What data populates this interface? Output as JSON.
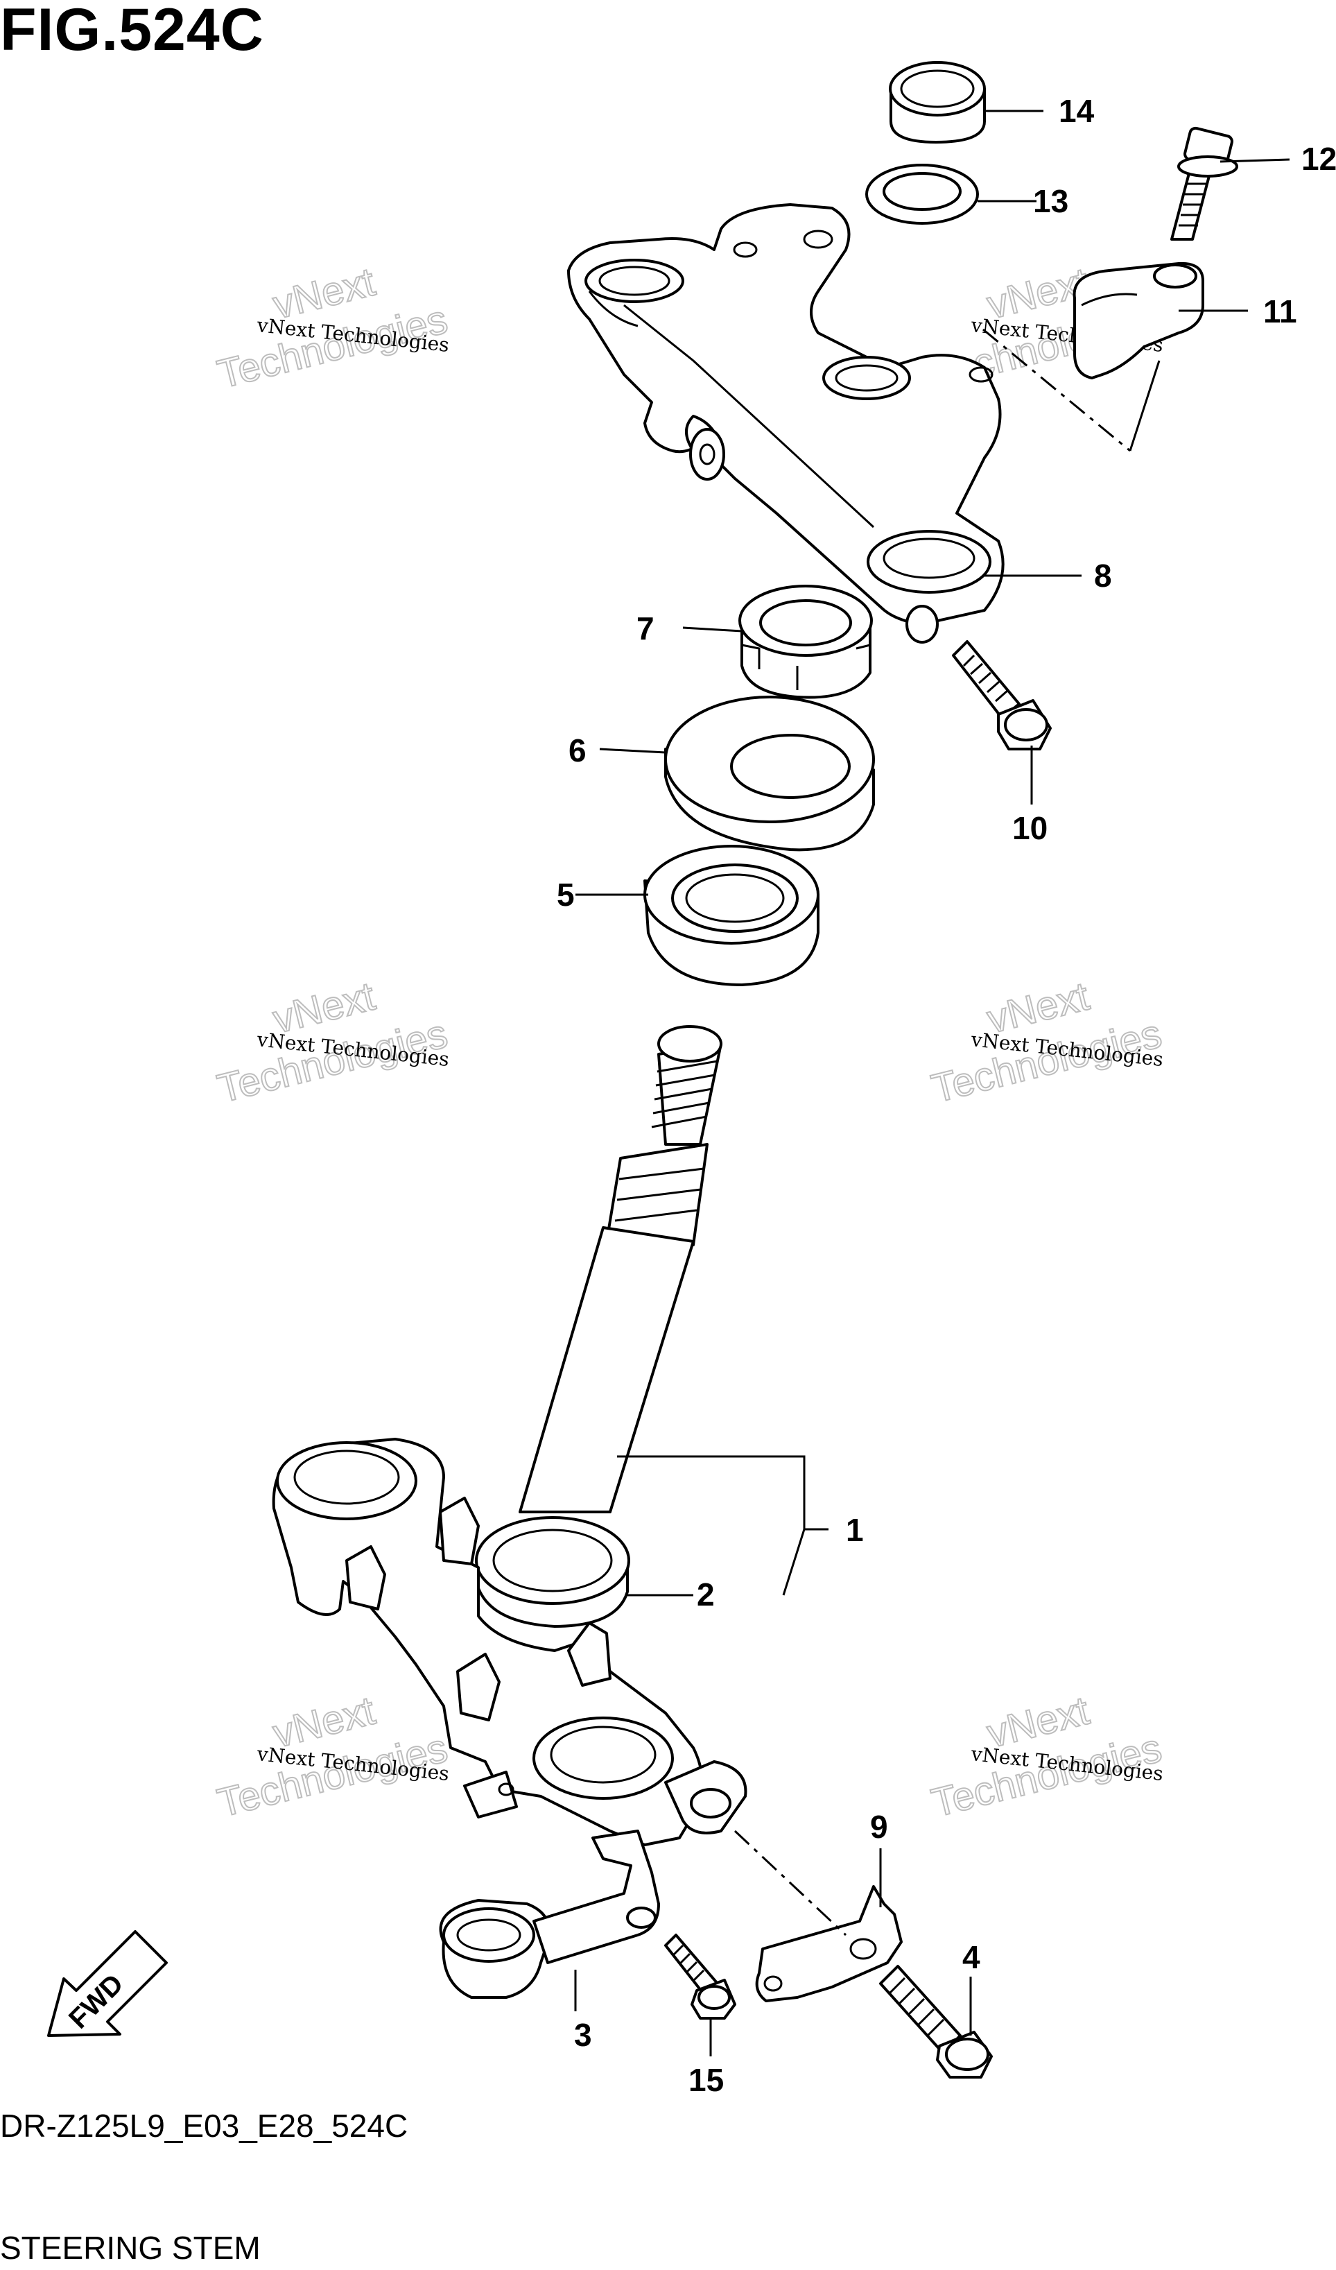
{
  "figure": {
    "title": "FIG.524C",
    "model_code": "DR-Z125L9_E03_E28_524C",
    "caption": "STEERING STEM"
  },
  "direction_label": "FWD",
  "watermark": {
    "small_text": "vNext Technologies",
    "large_top": "vNext",
    "large_bottom": "Technologies"
  },
  "callouts": [
    "1",
    "2",
    "3",
    "4",
    "5",
    "6",
    "7",
    "8",
    "9",
    "10",
    "11",
    "12",
    "13",
    "14",
    "15"
  ]
}
